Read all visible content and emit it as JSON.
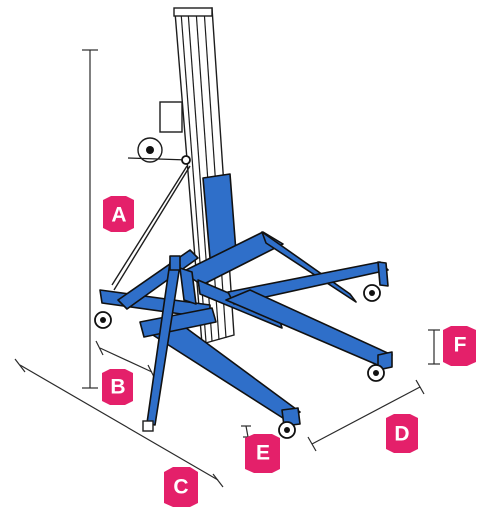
{
  "figure": {
    "accent_color": "#e4206a",
    "frame_color": "#2f6fc9",
    "dimension_labels": {
      "A": "A",
      "B": "B",
      "C": "C",
      "D": "D",
      "E": "E",
      "F": "F"
    }
  }
}
